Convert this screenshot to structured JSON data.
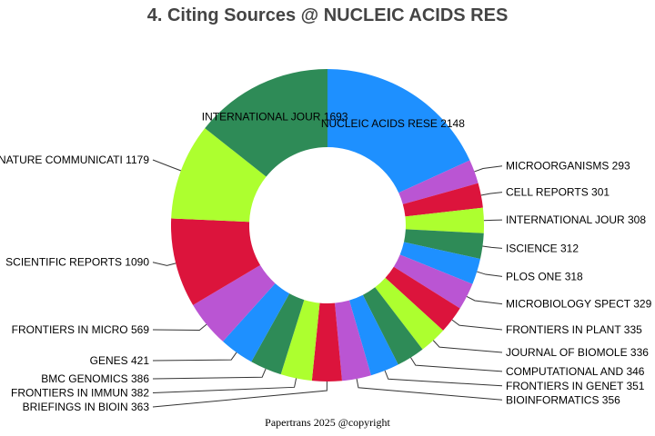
{
  "chart_data": {
    "type": "pie",
    "title": "4. Citing Sources @ NUCLEIC ACIDS RES",
    "categories": [
      "NUCLEIC ACIDS RESE",
      "MICROORGANISMS",
      "CELL REPORTS",
      "INTERNATIONAL JOUR",
      "ISCIENCE",
      "PLOS ONE",
      "MICROBIOLOGY SPECT",
      "FRONTIERS IN PLANT",
      "JOURNAL OF BIOMOLE",
      "COMPUTATIONAL AND ",
      "FRONTIERS IN GENET",
      "BIOINFORMATICS",
      "BRIEFINGS IN BIOIN",
      "FRONTIERS IN IMMUN",
      "BMC GENOMICS",
      "GENES",
      "FRONTIERS IN MICRO",
      "SCIENTIFIC REPORTS",
      "NATURE COMMUNICATI",
      "INTERNATIONAL JOUR"
    ],
    "values": [
      2148,
      293,
      301,
      308,
      312,
      318,
      329,
      335,
      336,
      346,
      351,
      356,
      363,
      382,
      386,
      421,
      569,
      1090,
      1179,
      1693
    ],
    "colors": [
      "#1e90ff",
      "#ba55d3",
      "#dc143c",
      "#adff2f",
      "#2e8b57",
      "#1e90ff",
      "#ba55d3",
      "#dc143c",
      "#adff2f",
      "#2e8b57",
      "#1e90ff",
      "#ba55d3",
      "#dc143c",
      "#adff2f",
      "#2e8b57",
      "#1e90ff",
      "#ba55d3",
      "#dc143c",
      "#adff2f",
      "#2e8b57"
    ],
    "donut": true,
    "start_angle": "12 o'clock",
    "direction": "clockwise",
    "label_style": "outside with leader lines for small slices, inside for large slices"
  },
  "footer": "Papertrans 2025 @copyright"
}
